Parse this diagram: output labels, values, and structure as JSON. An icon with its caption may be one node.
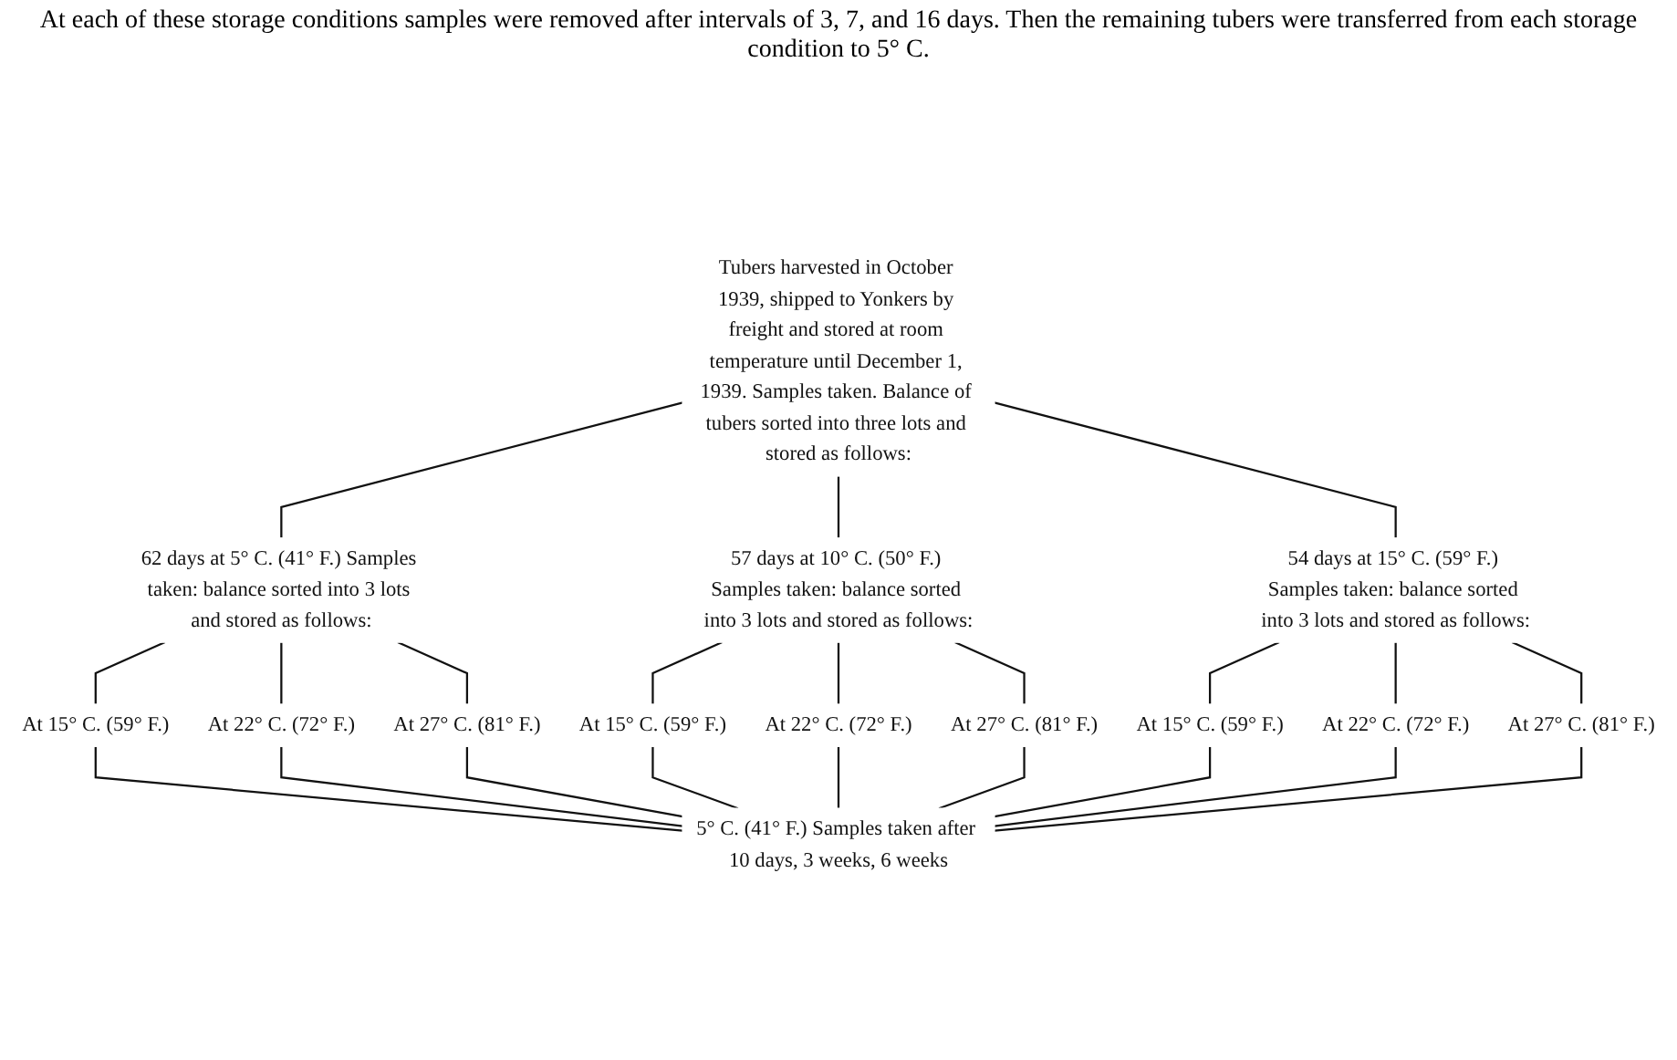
{
  "diagram": {
    "nodes": [
      {
        "text": [
          "Tubers harvested in October 1939, shipped to Yonkers by freight and stored at room temperature until December 1, 1939. Samples taken. Balance of tubers sorted into three lots and stored as follows:"
        ]
      },
      {
        "text": [
          "62 days at 5° C. (41° F.) Samples taken: balance sorted into 3 lots and stored as follows:"
        ]
      },
      {
        "text": [
          "57 days at 10° C. (50° F.) Samples taken: balance sorted into 3 lots and stored as follows:"
        ]
      },
      {
        "text": [
          "54 days at 15° C. (59° F.) Samples taken: balance sorted into 3 lots and stored as follows:"
        ]
      },
      {
        "text": [
          "At 15° C. (59° F.)"
        ]
      },
      {
        "text": [
          "At 22° C. (72° F.)"
        ]
      },
      {
        "text": [
          "At 27° C. (81° F.)"
        ]
      },
      {
        "text": [
          "At 15° C. (59° F.)"
        ]
      },
      {
        "text": [
          "At 22° C. (72° F.)"
        ]
      },
      {
        "text": [
          "At 27° C. (81° F.)"
        ]
      },
      {
        "text": [
          "At 15° C. (59° F.)"
        ]
      },
      {
        "text": [
          "At 22° C. (72° F.)"
        ]
      },
      {
        "text": [
          "At 27° C. (81° F.)"
        ]
      },
      {
        "text": [
          "5° C. (41° F.) Samples taken after 10 days, 3 weeks, 6 weeks"
        ]
      }
    ],
    "edges": [
      {
        "from": 0,
        "to": 1,
        "arrow": "none"
      },
      {
        "from": 0,
        "to": 2,
        "arrow": "none"
      },
      {
        "from": 0,
        "to": 3,
        "arrow": "none"
      },
      {
        "from": 1,
        "to": 4,
        "arrow": "none"
      },
      {
        "from": 1,
        "to": 5,
        "arrow": "none"
      },
      {
        "from": 1,
        "to": 6,
        "arrow": "none"
      },
      {
        "from": 2,
        "to": 7,
        "arrow": "none"
      },
      {
        "from": 2,
        "to": 8,
        "arrow": "none"
      },
      {
        "from": 2,
        "to": 9,
        "arrow": "none"
      },
      {
        "from": 3,
        "to": 10,
        "arrow": "none"
      },
      {
        "from": 3,
        "to": 11,
        "arrow": "none"
      },
      {
        "from": 3,
        "to": 12,
        "arrow": "none"
      },
      {
        "from": 4,
        "to": 13,
        "arrow": "none"
      },
      {
        "from": 5,
        "to": 13,
        "arrow": "none"
      },
      {
        "from": 6,
        "to": 13,
        "arrow": "none"
      },
      {
        "from": 7,
        "to": 13,
        "arrow": "none"
      },
      {
        "from": 8,
        "to": 13,
        "arrow": "none"
      },
      {
        "from": 9,
        "to": 13,
        "arrow": "none"
      },
      {
        "from": 10,
        "to": 13,
        "arrow": "none"
      },
      {
        "from": 11,
        "to": 13,
        "arrow": "none"
      },
      {
        "from": 12,
        "to": 13,
        "arrow": "none"
      }
    ],
    "labels": [
      "At each of these storage conditions samples were removed after intervals of 3, 7, and 16 days. Then the remaining tubers were transferred from each storage condition to 5° C."
    ]
  }
}
